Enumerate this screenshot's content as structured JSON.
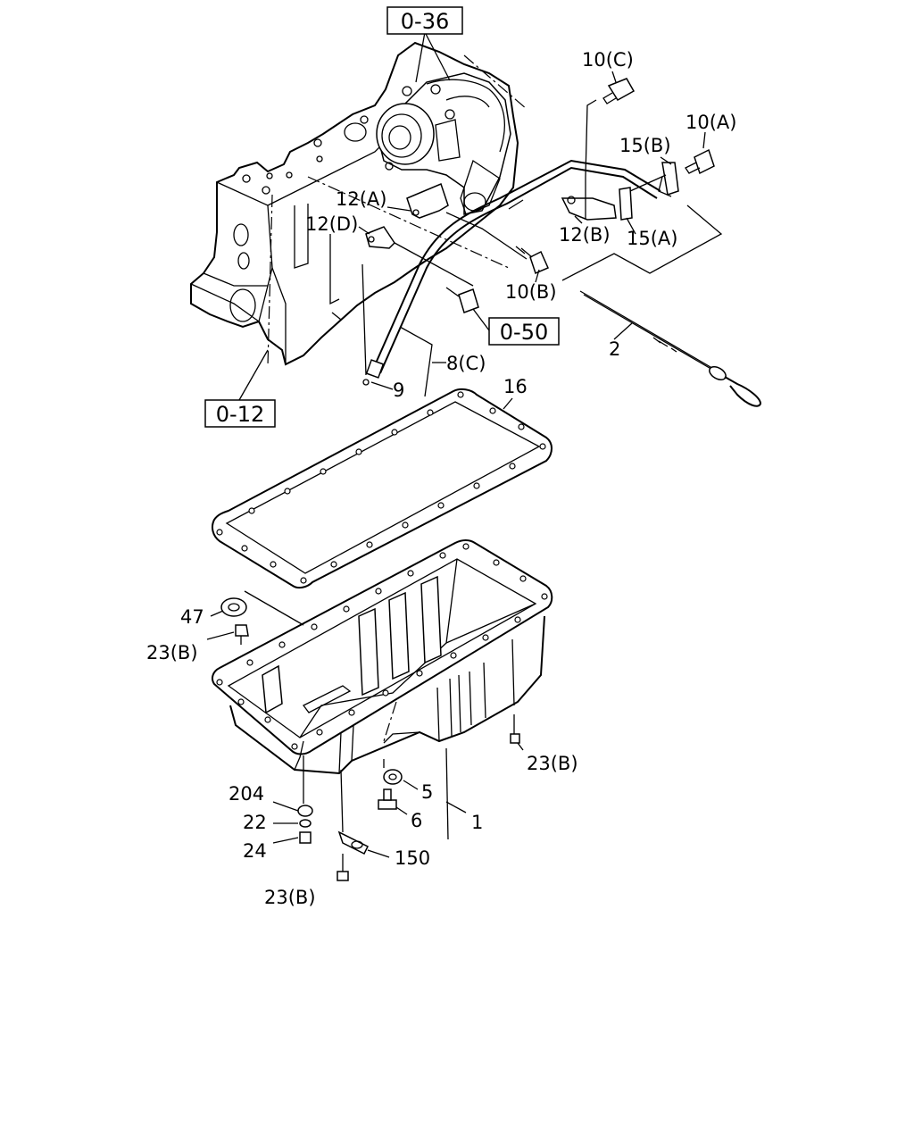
{
  "reference_boxes": [
    {
      "id": "ref-0-36",
      "text": "0-36"
    },
    {
      "id": "ref-0-50",
      "text": "0-50"
    },
    {
      "id": "ref-0-12",
      "text": "0-12"
    }
  ],
  "callouts": [
    {
      "id": "c-10c",
      "text": "10(C)"
    },
    {
      "id": "c-10a",
      "text": "10(A)"
    },
    {
      "id": "c-15b",
      "text": "15(B)"
    },
    {
      "id": "c-12a",
      "text": "12(A)"
    },
    {
      "id": "c-12d",
      "text": "12(D)"
    },
    {
      "id": "c-12b",
      "text": "12(B)"
    },
    {
      "id": "c-15a",
      "text": "15(A)"
    },
    {
      "id": "c-10b",
      "text": "10(B)"
    },
    {
      "id": "c-2",
      "text": "2"
    },
    {
      "id": "c-8c",
      "text": "8(C)"
    },
    {
      "id": "c-9",
      "text": "9"
    },
    {
      "id": "c-16",
      "text": "16"
    },
    {
      "id": "c-47",
      "text": "47"
    },
    {
      "id": "c-23b-1",
      "text": "23(B)"
    },
    {
      "id": "c-23b-2",
      "text": "23(B)"
    },
    {
      "id": "c-204",
      "text": "204"
    },
    {
      "id": "c-22",
      "text": "22"
    },
    {
      "id": "c-24",
      "text": "24"
    },
    {
      "id": "c-5",
      "text": "5"
    },
    {
      "id": "c-6",
      "text": "6"
    },
    {
      "id": "c-1",
      "text": "1"
    },
    {
      "id": "c-150",
      "text": "150"
    },
    {
      "id": "c-23b-3",
      "text": "23(B)"
    }
  ]
}
